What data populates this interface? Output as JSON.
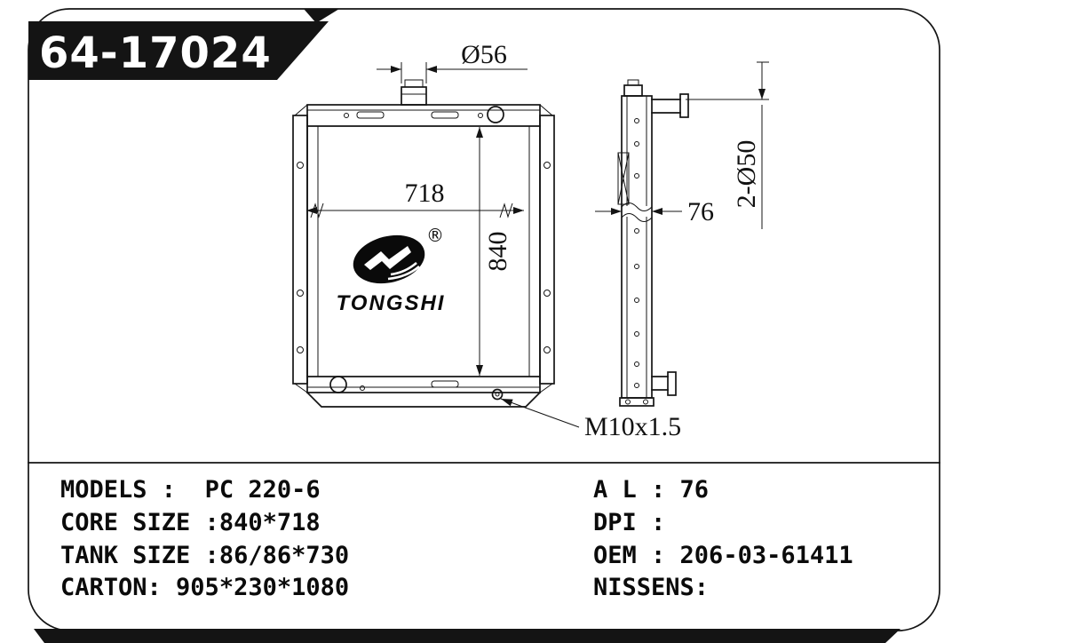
{
  "page": {
    "part_number": "64-17024",
    "ink_color": "#141414",
    "background_color": "#ffffff"
  },
  "drawing": {
    "front_view": {
      "dim_inlet_diameter": "Ø56",
      "dim_core_width": "718",
      "dim_core_height": "840",
      "drain_thread": "M10x1.5"
    },
    "side_view": {
      "dim_depth": "76",
      "dim_pipe_diameters": "2-Ø50"
    },
    "logo": {
      "brand": "TONGSHI",
      "registered_mark": "®"
    }
  },
  "specs": {
    "left": [
      {
        "label": "MODELS :  ",
        "value": "PC 220-6"
      },
      {
        "label": "CORE SIZE :",
        "value": "840*718"
      },
      {
        "label": "TANK SIZE :",
        "value": "86/86*730"
      },
      {
        "label": "CARTON: ",
        "value": "905*230*1080"
      }
    ],
    "right": [
      {
        "label": "A L : ",
        "value": "76"
      },
      {
        "label": "DPI :",
        "value": ""
      },
      {
        "label": "OEM : ",
        "value": "206-03-61411"
      },
      {
        "label": "NISSENS:",
        "value": ""
      }
    ]
  }
}
